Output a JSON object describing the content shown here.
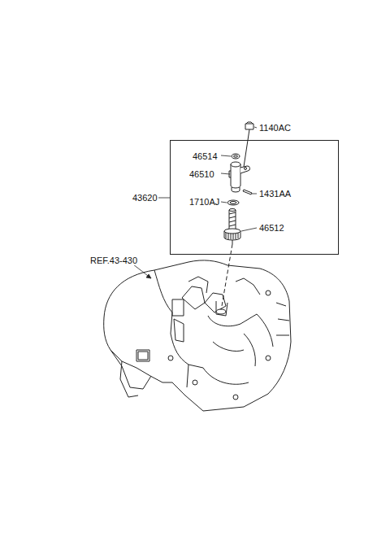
{
  "diagram": {
    "nodes": [
      {
        "text": [
          "43620"
        ]
      }
    ],
    "labels": [
      "1140AC",
      "46514",
      "46510",
      "1431AA",
      "1710AJ",
      "46512",
      "REF.43-430"
    ]
  }
}
